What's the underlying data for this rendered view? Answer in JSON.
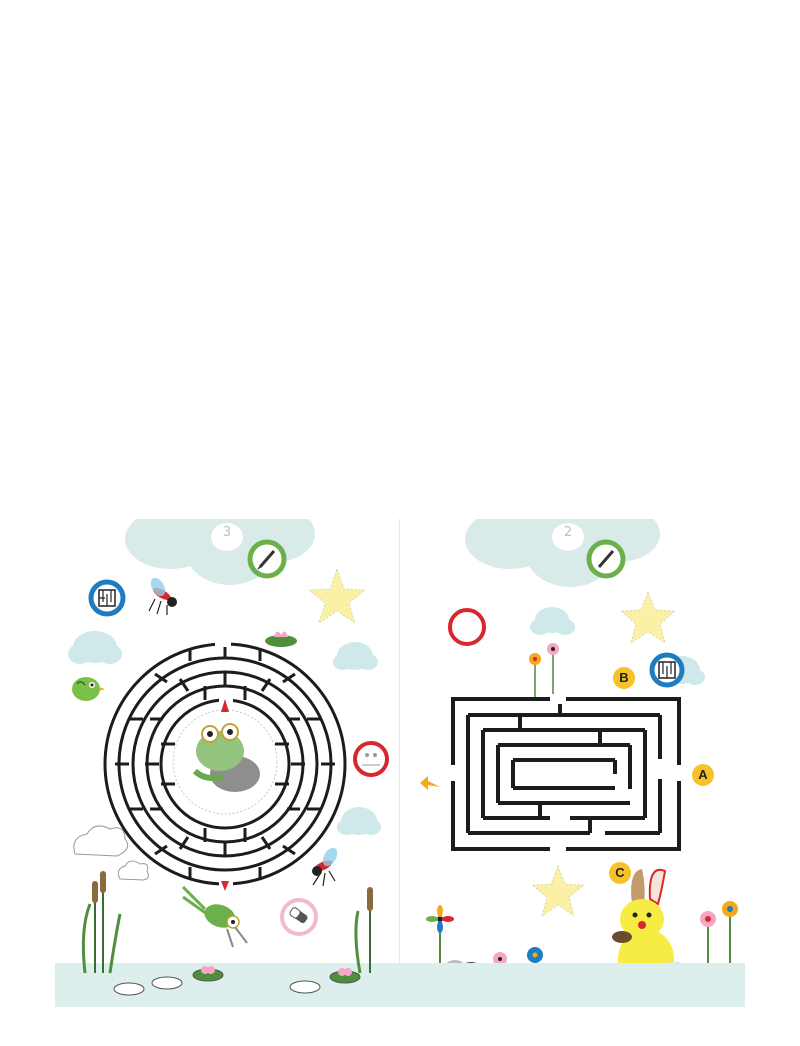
{
  "spread": {
    "left_page": {
      "page_number": "3",
      "icons": [
        "pencil-icon",
        "maze-icon",
        "eraser-icon"
      ],
      "characters": [
        "frog",
        "mosquito",
        "green-bird",
        "water-lily"
      ]
    },
    "right_page": {
      "page_number": "2",
      "maze_labels": {
        "a": "A",
        "b": "B",
        "c": "C"
      },
      "icons": [
        "pencil-icon",
        "maze-icon"
      ],
      "characters": [
        "bunny",
        "flowers",
        "star"
      ]
    }
  },
  "colors": {
    "cloud": "#d8ebe9",
    "pond": "#dcefec",
    "star": "#fbf1a6",
    "maze_wall": "#1c1c1c",
    "badge": "#f6c229",
    "red_circle": "#d9272e",
    "green_circle": "#6bb04a",
    "blue_circle": "#1f7cc0",
    "arrow_red": "#d9272e",
    "arrow_yellow": "#f2a91b"
  }
}
